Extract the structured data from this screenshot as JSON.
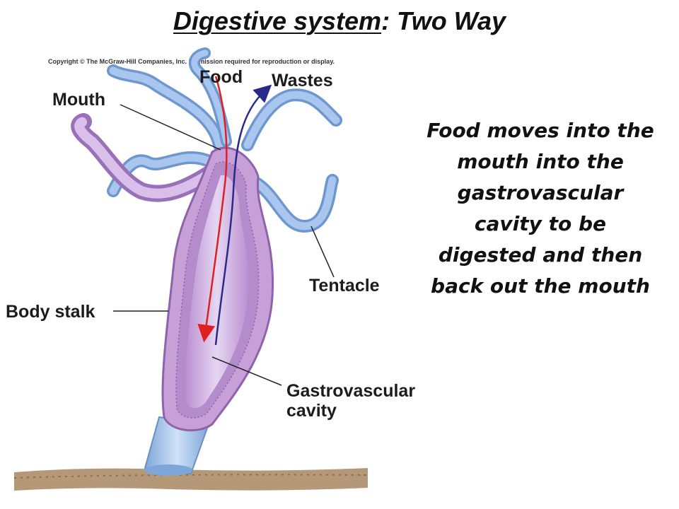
{
  "slide": {
    "title_part1": "Digestive system",
    "title_part2": ": Two Way",
    "copyright": "Copyright © The McGraw-Hill Companies, Inc. Permission required for reproduction or display.",
    "description": "Food moves into the mouth into the gastrovascular cavity to be digested and then back out the mouth"
  },
  "diagram": {
    "labels": {
      "food": "Food",
      "wastes": "Wastes",
      "mouth": "Mouth",
      "tentacle": "Tentacle",
      "body_stalk": "Body stalk",
      "gastro_line1": "Gastrovascular",
      "gastro_line2": "cavity"
    }
  },
  "colors": {
    "food_arrow": "#e02020",
    "waste_arrow": "#2a2a8a",
    "tentacle": "#8fb3e0",
    "body_wall": "#c8a0d8",
    "cavity": "#dcc6ec",
    "stalk": "#a8c8ee",
    "ground": "#b59878"
  }
}
